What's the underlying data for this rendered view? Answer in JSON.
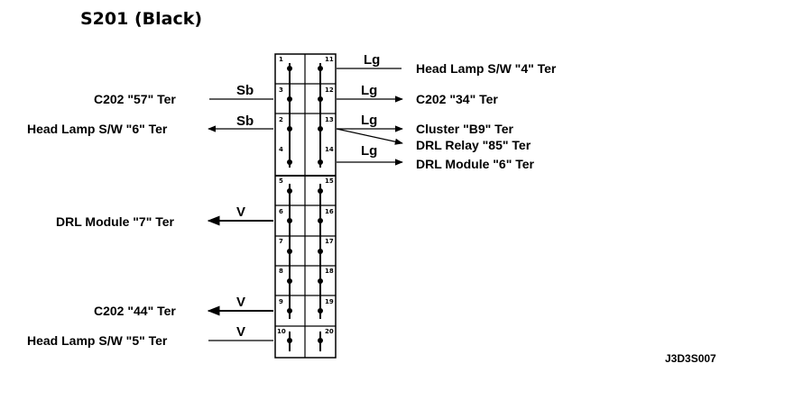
{
  "title": "S201 (Black)",
  "figure_code": "J3D3S007",
  "connector": {
    "pins_left": [
      "1",
      "3",
      "2",
      "4",
      "5",
      "6",
      "7",
      "8",
      "9",
      "10"
    ],
    "pins_right": [
      "11",
      "12",
      "13",
      "14",
      "15",
      "16",
      "17",
      "18",
      "19",
      "20"
    ]
  },
  "wires": {
    "c202_57": {
      "wire_color": "Sb",
      "label": "C202  \"57\" Ter"
    },
    "hl_sw_6": {
      "wire_color": "Sb",
      "label": "Head Lamp S/W  \"6\" Ter"
    },
    "drl_mod_7": {
      "wire_color": "V",
      "label": "DRL Module  \"7\" Ter"
    },
    "c202_44": {
      "wire_color": "V",
      "label": "C202  \"44\" Ter"
    },
    "hl_sw_5": {
      "wire_color": "V",
      "label": "Head Lamp S/W  \"5\" Ter"
    },
    "hl_sw_4": {
      "wire_color": "Lg",
      "label": "Head Lamp S/W  \"4\" Ter"
    },
    "c202_34": {
      "wire_color": "Lg",
      "label": "C202  \"34\" Ter"
    },
    "cluster_b9": {
      "wire_color": "Lg",
      "label": "Cluster  \"B9\" Ter"
    },
    "drl_relay_85": {
      "label": "DRL Relay  \"85\" Ter"
    },
    "drl_mod_6": {
      "wire_color": "Lg",
      "label": "DRL Module  \"6\" Ter"
    }
  }
}
